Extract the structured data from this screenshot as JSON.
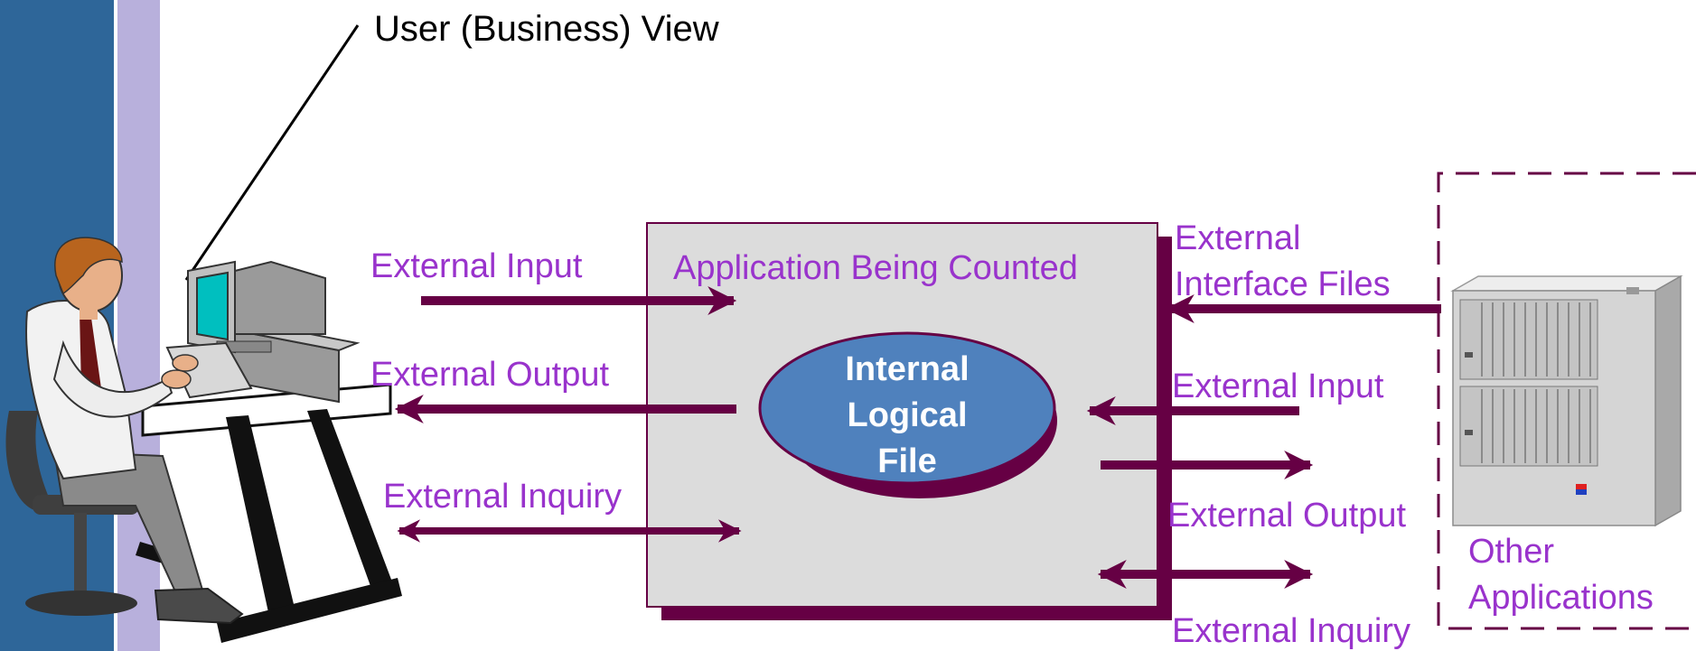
{
  "title": "User (Business) View",
  "colors": {
    "left_band": "#2E6699",
    "side_stripe": "#B8B0DC",
    "arrow": "#660044",
    "label": "#9933CC",
    "ilf_fill": "#4F81BD",
    "box_fill": "#DCDCDC"
  },
  "app_box": {
    "title": "Application Being Counted",
    "ilf_line1": "Internal",
    "ilf_line2": "Logical",
    "ilf_line3": "File"
  },
  "user_side": {
    "input": "External Input",
    "output": "External Output",
    "inquiry": "External Inquiry"
  },
  "other_side": {
    "interface_line1": "External",
    "interface_line2": "Interface Files",
    "input": "External Input",
    "output": "External Output",
    "inquiry": "External Inquiry",
    "apps_line1": "Other",
    "apps_line2": "Applications"
  },
  "icons": [
    "user-at-computer-icon",
    "server-cabinet-icon"
  ]
}
